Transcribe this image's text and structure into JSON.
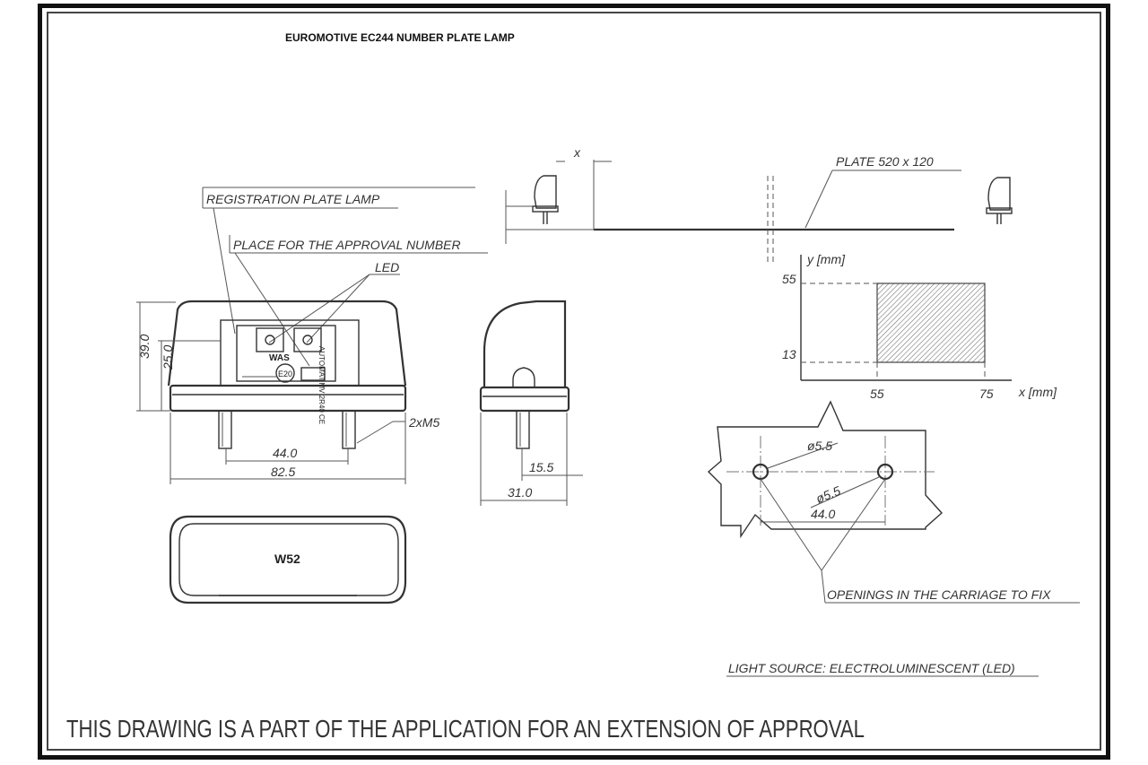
{
  "title": "EUROMOTIVE  EC244 NUMBER PLATE LAMP",
  "labels": {
    "registration_plate_lamp": "REGISTRATION PLATE LAMP",
    "approval_place": "PLACE FOR THE APPROVAL NUMBER",
    "led": "LED",
    "was": "WAS",
    "e_mark": "E20",
    "plate": "PLATE 520 x 120",
    "side_text": "AUTOMAT MV 2R40 CE",
    "lens_marking": "W52",
    "openings": "OPENINGS IN THE CARRIAGE TO FIX",
    "light_source": "LIGHT SOURCE: ELECTROLUMINESCENT (LED)",
    "footer": "THIS DRAWING IS A PART OF THE APPLICATION FOR AN EXTENSION OF APPROVAL",
    "x_marker": "x"
  },
  "dimensions": {
    "height_total": "39.0",
    "height_body": "25.0",
    "bolt_spacing": "44.0",
    "width_total": "82.5",
    "thread": "2xM5",
    "side_offset": "15.5",
    "side_depth": "31.0",
    "hole_dia_1": "ø5.5",
    "hole_dia_2": "ø5.5",
    "hole_spacing": "44.0"
  },
  "graph": {
    "y_axis_label": "y [mm]",
    "x_axis_label": "x [mm]",
    "y_ticks": [
      "55",
      "13"
    ],
    "x_ticks": [
      "55",
      "75"
    ],
    "region": {
      "x_from": 55,
      "x_to": 75,
      "y_from": 13,
      "y_to": 55
    }
  }
}
